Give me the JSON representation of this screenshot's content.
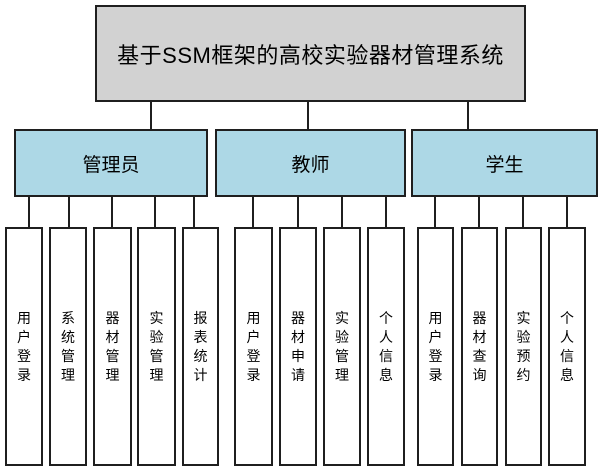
{
  "diagram": {
    "title": "基于SSM框架的高校实验器材管理系统",
    "colors": {
      "root_fill": "#d2d2d2",
      "branch_fill": "#add8e6",
      "leaf_fill": "#ffffff",
      "border": "#1f1f1f"
    },
    "branches": [
      {
        "label": "管理员",
        "children": [
          "用户登录",
          "系统管理",
          "器材管理",
          "实验管理",
          "报表统计"
        ]
      },
      {
        "label": "教师",
        "children": [
          "用户登录",
          "器材申请",
          "实验管理",
          "个人信息"
        ]
      },
      {
        "label": "学生",
        "children": [
          "用户登录",
          "器材查询",
          "实验预约",
          "个人信息"
        ]
      }
    ]
  }
}
